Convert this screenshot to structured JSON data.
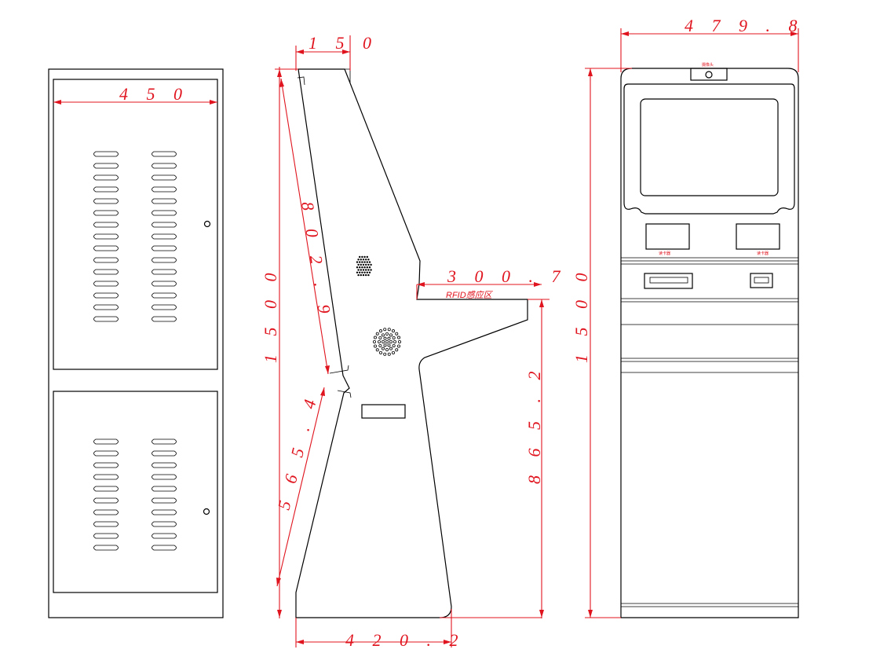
{
  "back_view": {
    "width_dim": "4 5 0"
  },
  "side_view": {
    "top_depth_dim": "1 5 0",
    "height_dim": "1 5 0 0",
    "upper_panel_dim": "8 0 2 . 9",
    "lower_panel_dim": "5 6 5 . 4",
    "shelf_depth_dim": "3 0 0 . 7",
    "shelf_height_dim": "8 6 5 . 2",
    "base_depth_dim": "4 2 0 . 2",
    "rfid_label": "RFID感应区"
  },
  "front_view": {
    "width_dim": "4 7 9 . 8",
    "height_dim": "1 5 0 0",
    "camera_label": "摄像头",
    "card_reader_left_label": "读卡器",
    "card_reader_right_label": "读卡器"
  },
  "colors": {
    "line": "#000000",
    "dimension": "#e0141e"
  }
}
